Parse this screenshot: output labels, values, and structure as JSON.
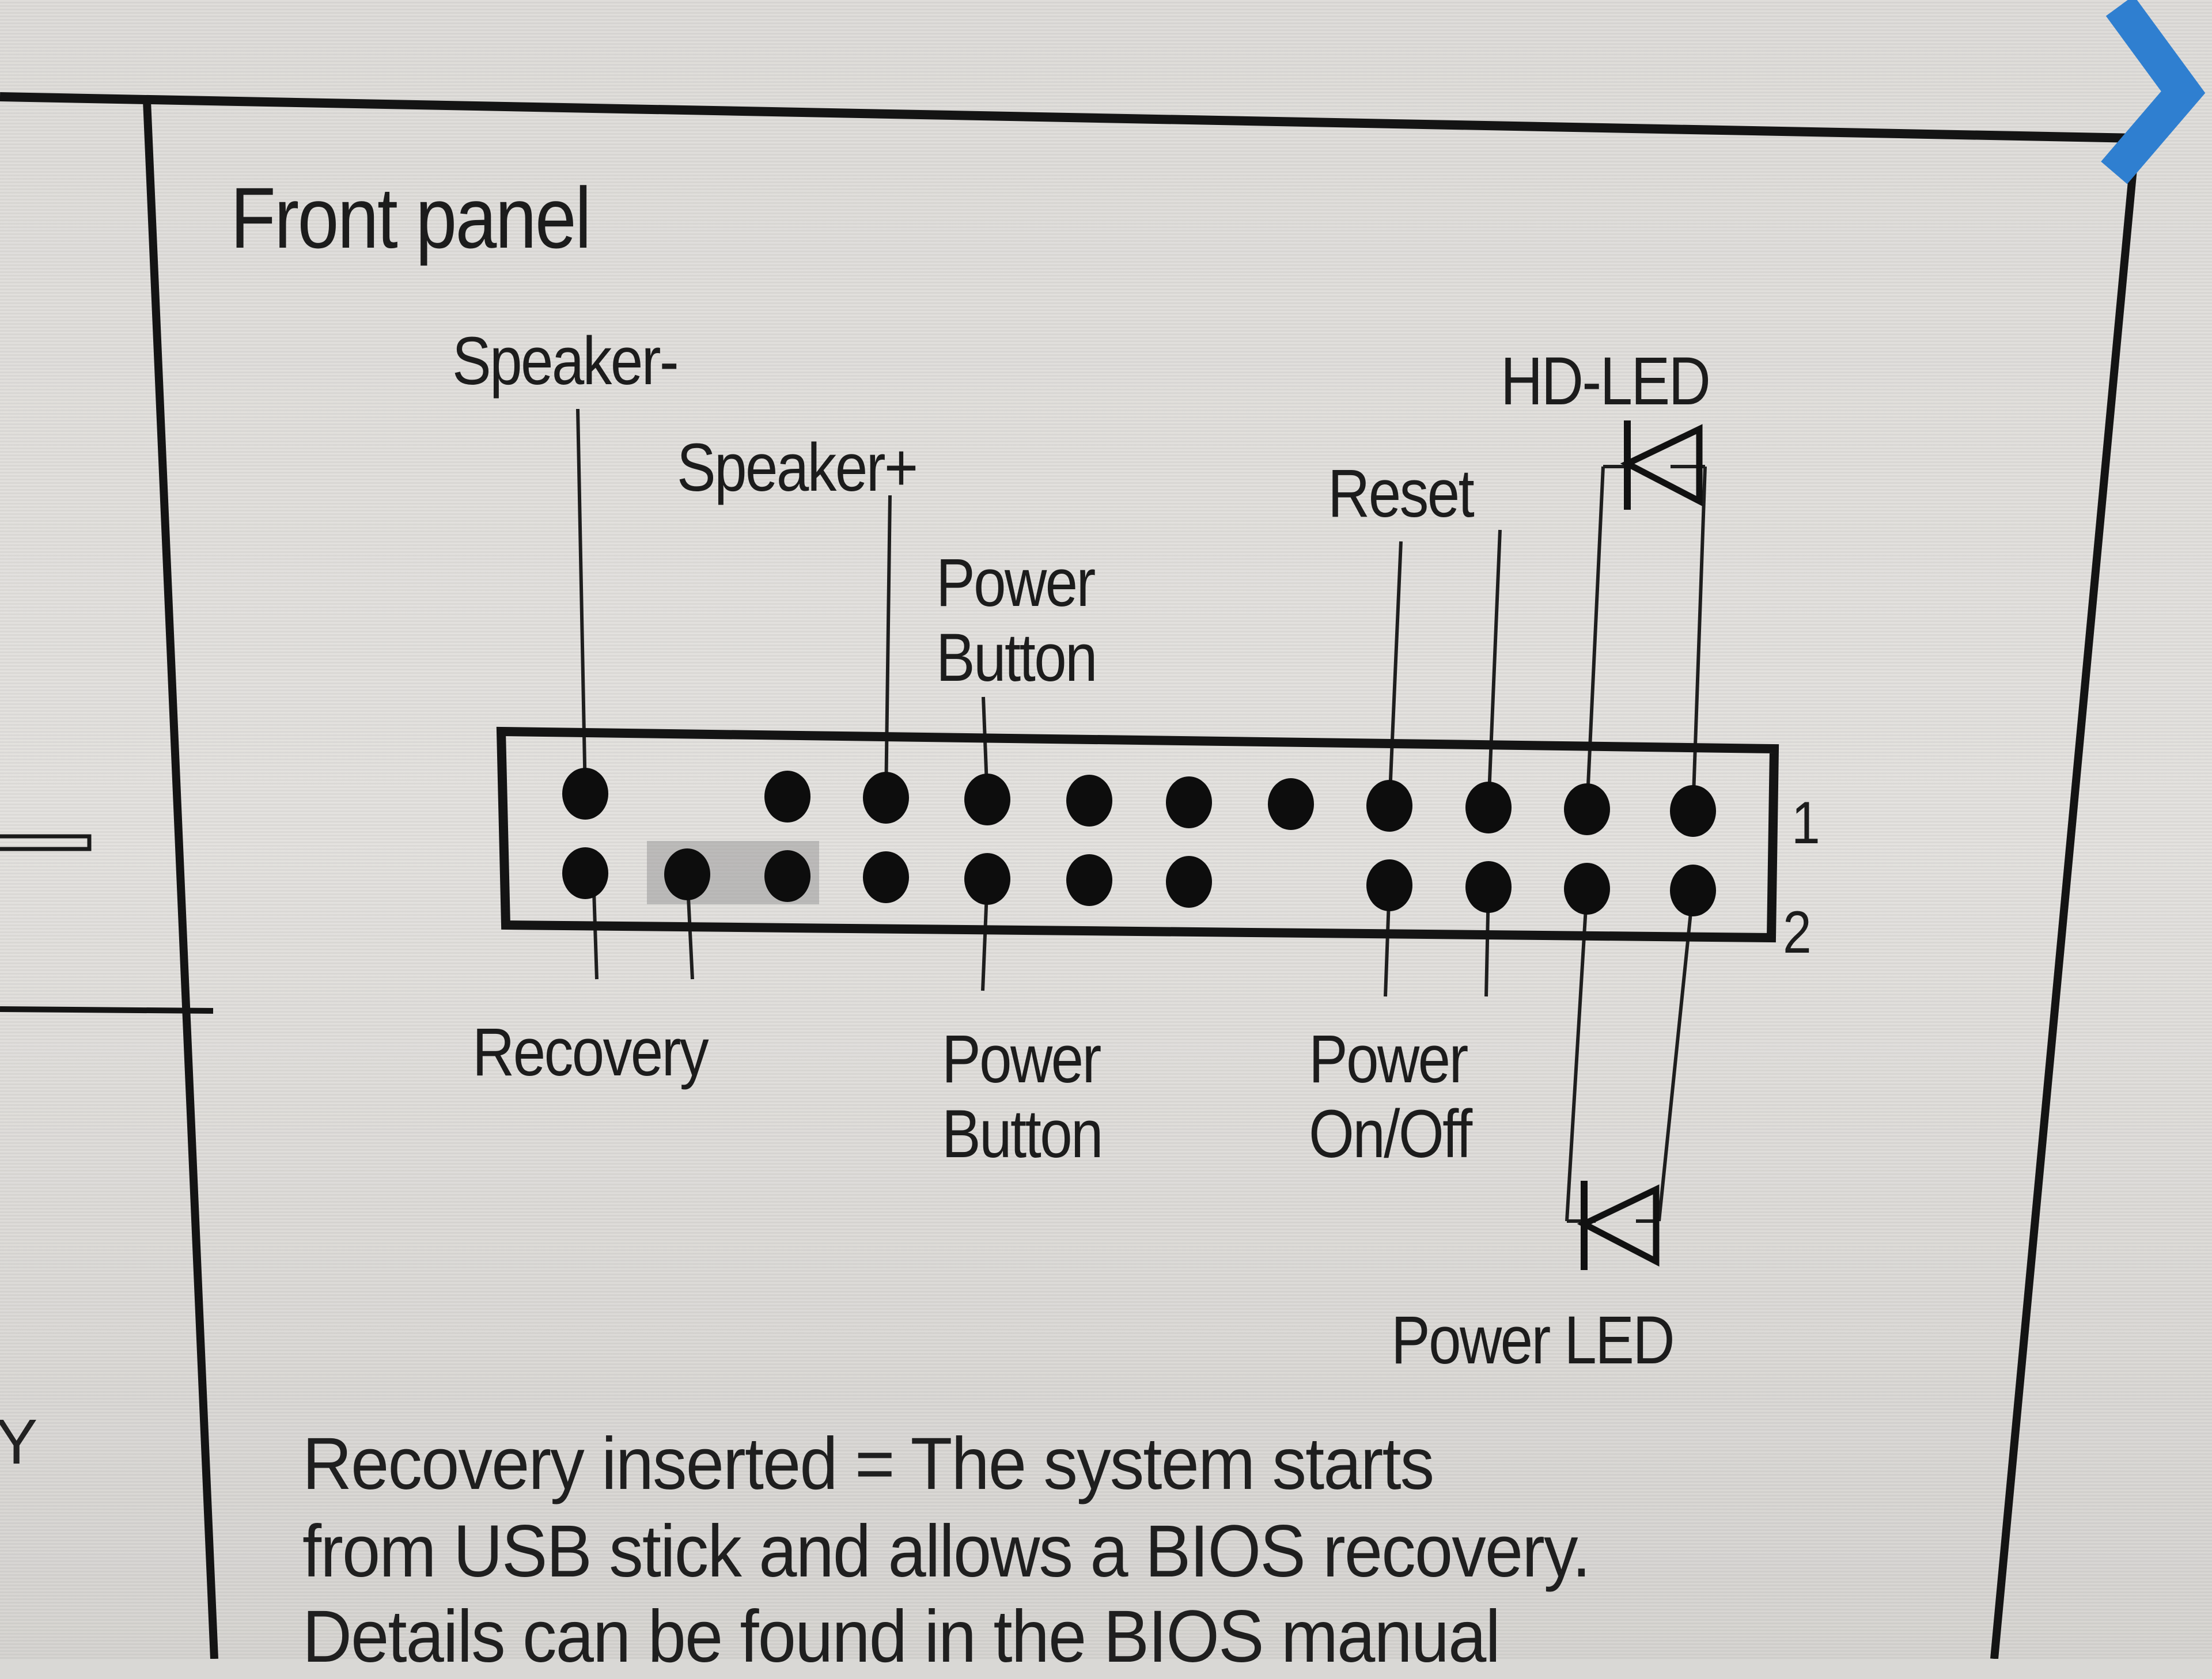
{
  "document": {
    "section_title": "Front panel",
    "connector": {
      "name": "front-panel-header",
      "row_labels": [
        "1",
        "2"
      ],
      "columns": 12,
      "row1_pins_present": [
        true,
        false,
        true,
        true,
        true,
        true,
        true,
        true,
        true,
        true,
        true,
        true
      ],
      "row2_pins_present": [
        true,
        true,
        true,
        true,
        true,
        true,
        true,
        false,
        true,
        true,
        true,
        true
      ],
      "jumper": {
        "label": "Recovery",
        "row": 2,
        "columns": [
          2,
          3
        ]
      }
    },
    "labels_top": {
      "speaker_minus": "Speaker-",
      "speaker_plus": "Speaker+",
      "power_button_line1": "Power",
      "power_button_line2": "Button",
      "reset": "Reset",
      "hd_led": "HD-LED"
    },
    "labels_bottom": {
      "recovery": "Recovery",
      "power_button_line1": "Power",
      "power_button_line2": "Button",
      "power_onoff_line1": "Power",
      "power_onoff_line2": "On/Off",
      "power_led": "Power LED"
    },
    "note_lines": [
      "Recovery inserted = The system starts",
      "from USB stick and allows a BIOS recovery.",
      "Details can be found in the BIOS manual"
    ]
  },
  "sidebar": {
    "partial_letter": "Y"
  },
  "navigation": {
    "next_icon": "chevron-right-icon",
    "accent_color": "#2f7fd0"
  }
}
